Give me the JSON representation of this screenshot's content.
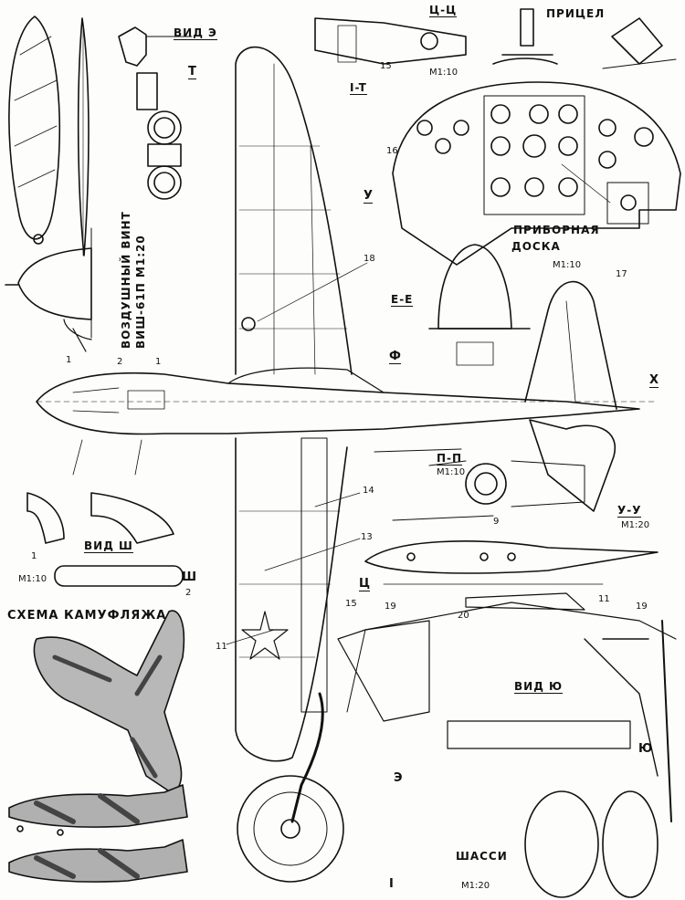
{
  "views": {
    "vid_e": "ВИД Э",
    "c_c": "Ц-Ц",
    "pricel": "ПРИЦЕЛ",
    "i_t": "I-T",
    "e_e": "E-E",
    "p_p": "П-П",
    "u_u": "У-У",
    "vid_sh": "ВИД Ш",
    "vid_yu": "ВИД Ю",
    "shassi": "ШАССИ",
    "shema": "СХЕМА КАМУФЛЯЖА"
  },
  "propeller": {
    "line1": "ВОЗДУШНЫЙ ВИНТ",
    "line2": "ВИШ-61П М1:20"
  },
  "panel": {
    "line1": "ПРИБОРНАЯ",
    "line2": "ДОСКА",
    "line3": "М1:10"
  },
  "scales": {
    "m110_cc": "М1:10",
    "m110_pp": "М1:10",
    "m120_uu": "М1:20",
    "m110_sh": "М1:10",
    "m120_shassi": "М1:20"
  },
  "letters": {
    "t": "Т",
    "u": "У",
    "f": "Ф",
    "x": "Х",
    "c": "Ц",
    "sh": "Ш",
    "yu": "Ю",
    "e": "Э",
    "i": "I"
  },
  "numbers": {
    "n1a": "1",
    "n2": "2",
    "n1b": "1",
    "n1c": "1",
    "n2b": "2",
    "n9": "9",
    "n11a": "11",
    "n11b": "11",
    "n13": "13",
    "n14": "14",
    "n15a": "15",
    "n15b": "15",
    "n16": "16",
    "n17": "17",
    "n18": "18",
    "n19a": "19",
    "n19b": "19",
    "n20": "20"
  },
  "colors": {
    "ink": "#111111",
    "paper": "#fdfdfb",
    "camo": "#8a8a8a"
  }
}
